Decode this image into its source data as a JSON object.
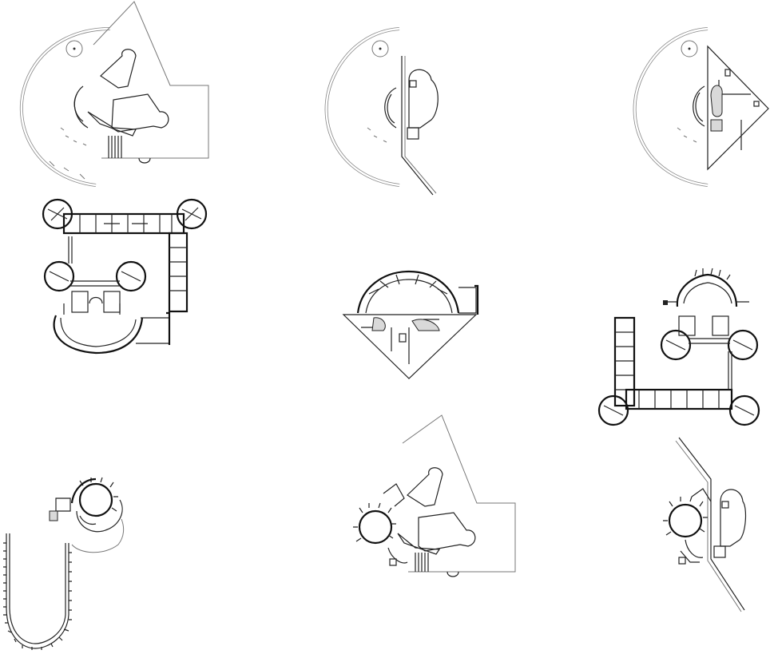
{
  "sheet": {
    "background": "#ffffff",
    "ink": "#222222",
    "secondary_line": "#888888",
    "hatch_fill": "#d9d9d9",
    "plans": [
      {
        "id": "plan-1",
        "kind": "curved wall with wedge-shaped site and sinuous block"
      },
      {
        "id": "plan-2",
        "kind": "curved wall with dotted-grid lobe building"
      },
      {
        "id": "plan-3",
        "kind": "curved wall with triangular grid building"
      },
      {
        "id": "plan-4",
        "kind": "square courtyard plan with four round towers"
      },
      {
        "id": "plan-5",
        "kind": "semicircular arcade above triangular grid"
      },
      {
        "id": "plan-6",
        "kind": "L-shaped plan with round corner towers and gear rotunda"
      },
      {
        "id": "plan-7",
        "kind": "gear rotunda with long U-shaped serrated wall"
      },
      {
        "id": "plan-8",
        "kind": "gear rotunda with wedge site and sinuous block"
      },
      {
        "id": "plan-9",
        "kind": "gear rotunda with diagonal wall and lobe building"
      }
    ]
  }
}
